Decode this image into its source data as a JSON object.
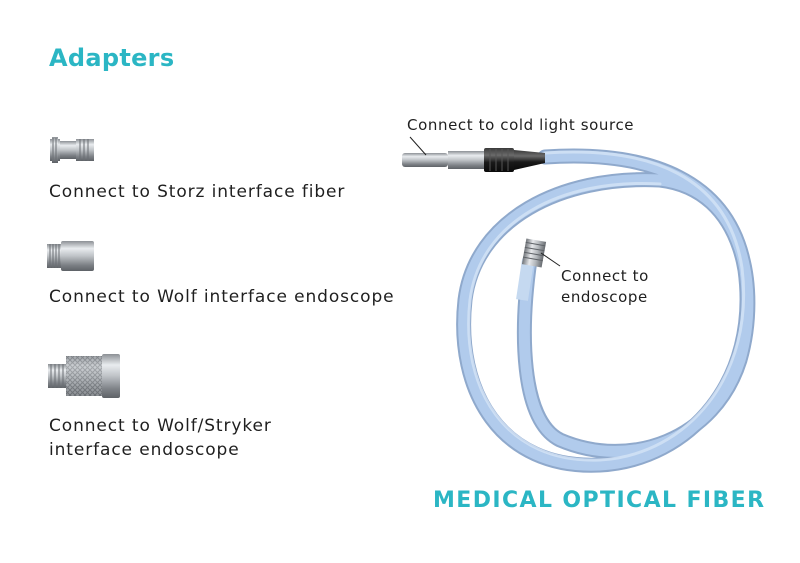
{
  "heading": "Adapters",
  "adapters": [
    {
      "label": "Connect to Storz interface fiber",
      "icon": "storz-adapter-icon"
    },
    {
      "label": "Connect to Wolf interface endoscope",
      "icon": "wolf-adapter-icon"
    },
    {
      "label_line1": "Connect to Wolf/Stryker",
      "label_line2": "interface endoscope",
      "icon": "wolf-stryker-adapter-icon"
    }
  ],
  "callouts": {
    "light_source": "Connect to cold light source",
    "endoscope_line1": "Connect to",
    "endoscope_line2": "endoscope"
  },
  "product_title": "MEDICAL OPTICAL FIBER",
  "colors": {
    "accent": "#2bb6c4",
    "cable": "#a9c6e8",
    "metal": "#b9bcc0"
  }
}
